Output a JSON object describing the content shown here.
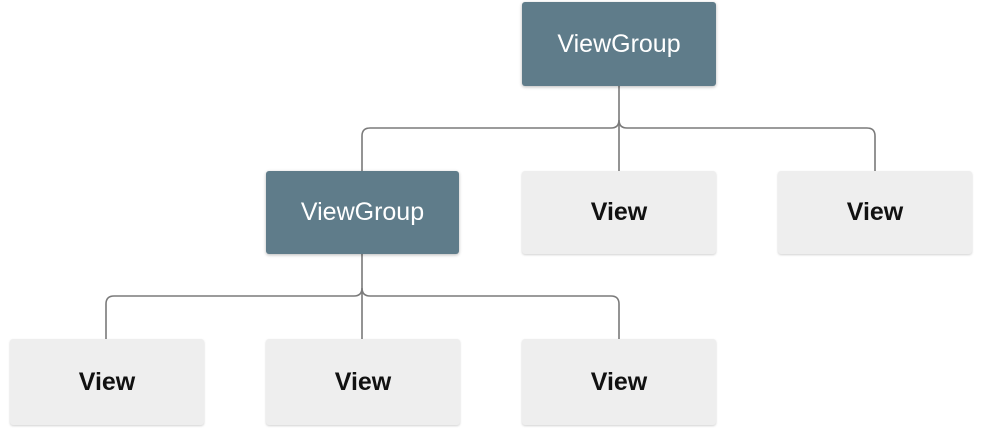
{
  "diagram": {
    "root": {
      "label": "ViewGroup"
    },
    "level2": [
      {
        "label": "ViewGroup"
      },
      {
        "label": "View"
      },
      {
        "label": "View"
      }
    ],
    "level3": [
      {
        "label": "View"
      },
      {
        "label": "View"
      },
      {
        "label": "View"
      }
    ]
  },
  "colors": {
    "viewgroup_fill": "#5f7c8a",
    "view_fill": "#eeeeee",
    "connector": "#7a7a7a"
  }
}
